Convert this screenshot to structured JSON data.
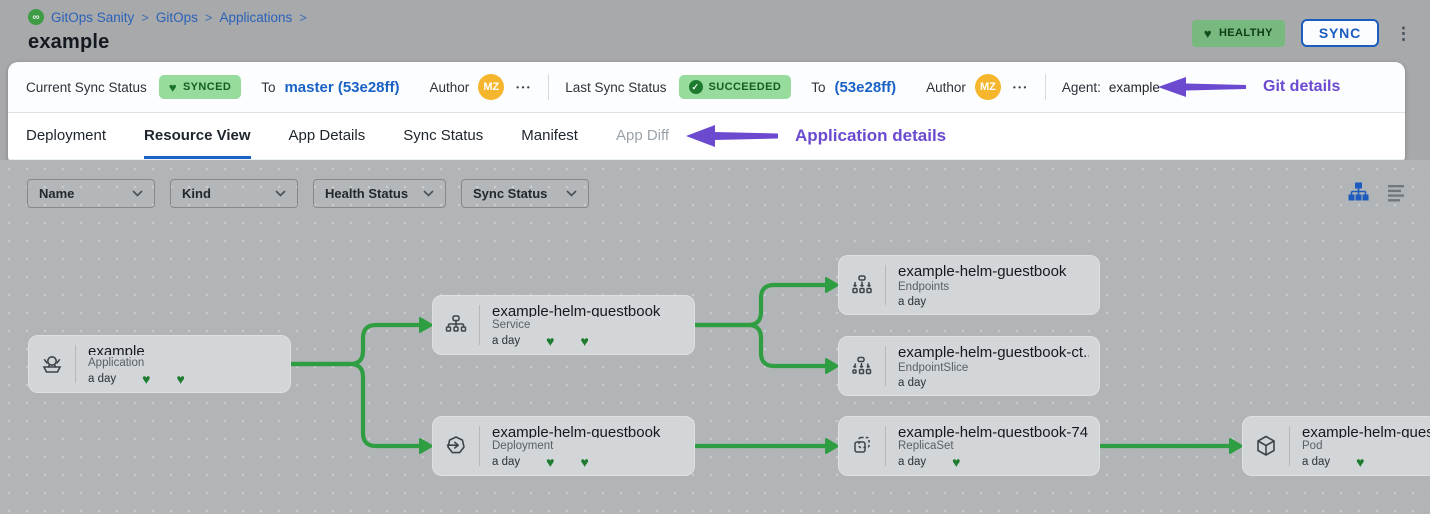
{
  "breadcrumb": {
    "logo_glyph": "∞",
    "items": [
      "GitOps Sanity",
      "GitOps",
      "Applications"
    ],
    "separator": ">"
  },
  "page_title": "example",
  "header": {
    "health_badge": {
      "label": "HEALTHY",
      "icon": "heart"
    },
    "sync_button_label": "SYNC",
    "kebab_icon": "⋮"
  },
  "sync_bar": {
    "current": {
      "label": "Current Sync Status",
      "status_badge": "SYNCED",
      "to_label": "To",
      "revision": "master (53e28ff)",
      "author_label": "Author",
      "author_initials": "MZ",
      "more_icon": "•••"
    },
    "last": {
      "label": "Last Sync Status",
      "status_badge": "SUCCEEDED",
      "check_glyph": "✓",
      "to_label": "To",
      "revision": "(53e28ff)",
      "author_label": "Author",
      "author_initials": "MZ",
      "more_icon": "•••"
    },
    "agent": {
      "label": "Agent:",
      "value": "example"
    }
  },
  "annotations": {
    "git_details": "Git details",
    "application_details": "Application details"
  },
  "tabs": {
    "items": [
      {
        "label": "Deployment",
        "active": false
      },
      {
        "label": "Resource View",
        "active": true
      },
      {
        "label": "App Details",
        "active": false
      },
      {
        "label": "Sync Status",
        "active": false
      },
      {
        "label": "Manifest",
        "active": false
      },
      {
        "label": "App Diff",
        "active": false,
        "disabled": true
      }
    ]
  },
  "filters": [
    {
      "label": "Name"
    },
    {
      "label": "Kind"
    },
    {
      "label": "Health Status"
    },
    {
      "label": "Sync Status"
    }
  ],
  "graph": {
    "nodes": [
      {
        "title": "example",
        "kind": "Application",
        "age": "a day",
        "hearts": 2
      },
      {
        "title": "example-helm-guestbook",
        "kind": "Service",
        "age": "a day",
        "hearts": 2
      },
      {
        "title": "example-helm-guestbook",
        "kind": "Endpoints",
        "age": "a day",
        "hearts": 0
      },
      {
        "title": "example-helm-guestbook-ct...",
        "kind": "EndpointSlice",
        "age": "a day",
        "hearts": 0
      },
      {
        "title": "example-helm-guestbook",
        "kind": "Deployment",
        "age": "a day",
        "hearts": 2
      },
      {
        "title": "example-helm-guestbook-74...",
        "kind": "ReplicaSet",
        "age": "a day",
        "hearts": 1
      },
      {
        "title": "example-helm-guest",
        "kind": "Pod",
        "age": "a day",
        "hearts": 1
      }
    ],
    "edges": [
      {
        "from": 0,
        "to": 1
      },
      {
        "from": 0,
        "to": 4
      },
      {
        "from": 1,
        "to": 2
      },
      {
        "from": 1,
        "to": 3
      },
      {
        "from": 4,
        "to": 5
      },
      {
        "from": 5,
        "to": 6
      }
    ]
  },
  "colors": {
    "accent_blue": "#1a62c5",
    "annotation_purple": "#6b4ad0",
    "edge_green": "#2f9e42",
    "heart_green": "#1d7c2f",
    "badge_green_bg": "#97db9d",
    "healthy_badge_bg": "#77b97e",
    "avatar_yellow": "#f5b62e"
  }
}
